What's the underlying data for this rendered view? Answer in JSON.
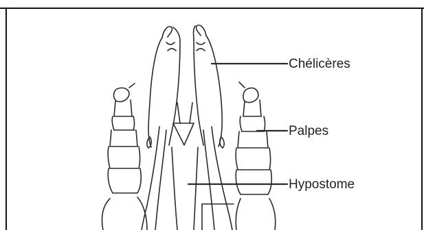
{
  "labels": {
    "chelicerae": "Chélicères",
    "palps": "Palpes",
    "hypostome": "Hypostome"
  }
}
